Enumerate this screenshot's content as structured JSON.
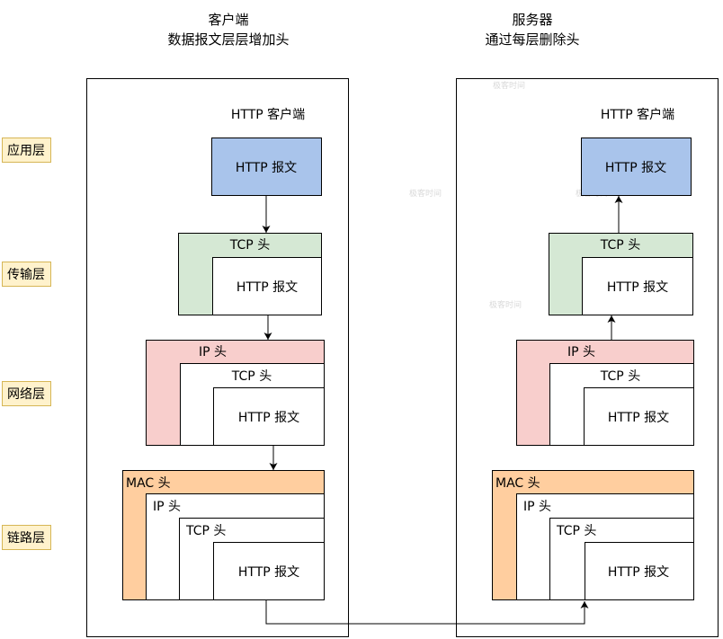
{
  "client": {
    "title": "客户端",
    "subtitle": "数据报文层层增加头",
    "app_label": "HTTP 客户端"
  },
  "server": {
    "title": "服务器",
    "subtitle": "通过每层删除头",
    "app_label": "HTTP 客户端"
  },
  "layers": {
    "application": "应用层",
    "transport": "传输层",
    "network": "网络层",
    "link": "链路层"
  },
  "headers": {
    "http": "HTTP 报文",
    "tcp": "TCP 头",
    "ip": "IP 头",
    "mac": "MAC 头"
  },
  "watermark": "极客时间",
  "colors": {
    "http_fill": "#a9c4eb",
    "tcp_fill": "#d5e8d4",
    "ip_fill": "#f8cecc",
    "mac_fill": "#ffce9f",
    "layer_fill": "#fff2cc",
    "layer_border": "#d6b656"
  }
}
